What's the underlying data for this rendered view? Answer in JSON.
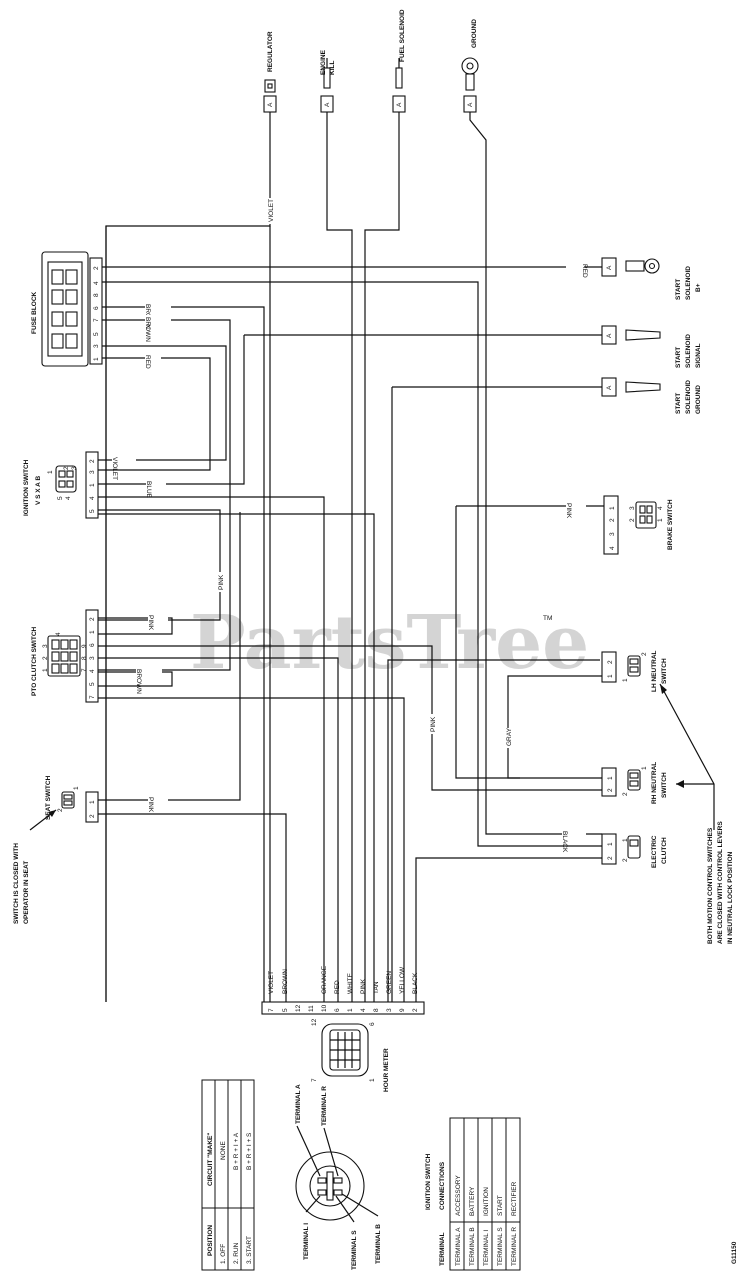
{
  "components": {
    "regulator": "REGULATOR",
    "engine_kill": "ENGINE KILL",
    "fuel_solenoid": "FUEL SOLENOID",
    "ground": "GROUND",
    "fuse_block": "FUSE BLOCK",
    "ignition_switch": "IGNITION SWITCH",
    "ignition_letters": "V S X A B",
    "pto_clutch_switch": "PTO CLUTCH SWITCH",
    "seat_switch": "SEAT  SWITCH",
    "seat_note_1": "SWITCH IS CLOSED WITH",
    "seat_note_2": "OPERATOR IN SEAT",
    "start_solenoid_b": [
      "START",
      "SOLENOID",
      "B+"
    ],
    "start_solenoid_signal": [
      "START",
      "SOLENOID",
      "SIGNAL"
    ],
    "start_solenoid_ground": [
      "START",
      "SOLENOID",
      "GROUND"
    ],
    "brake_switch": "BRAKE  SWITCH",
    "lh_neutral": [
      "LH NEUTRAL",
      "SWITCH"
    ],
    "rh_neutral": [
      "RH NEUTRAL",
      "SWITCH"
    ],
    "electric_clutch": [
      "ELECTRIC",
      "CLUTCH"
    ],
    "motion_note": [
      "BOTH MOTION CONTROL SWITCHES",
      "ARE CLOSED WITH CONTROL LEVERS",
      "IN NEUTRAL LOCK POSITION"
    ],
    "hour_meter": "HOUR  METER",
    "terminal_a": "TERMINAL A",
    "terminal_r": "TERMINAL R",
    "terminal_i": "TERMINAL I",
    "terminal_s": "TERMINAL S",
    "terminal_b": "TERMINAL B",
    "connector_a": "A",
    "watermark": "PartsTree",
    "tm": "TM",
    "figure_id": "G11150"
  },
  "pins": {
    "fuse": [
      "2",
      "4",
      "8",
      "6",
      "7",
      "5",
      "3",
      "1"
    ],
    "ignition": [
      "2",
      "3",
      "1",
      "4",
      "5"
    ],
    "ignition_pins": [
      "2",
      "3",
      "5",
      "4",
      "1"
    ],
    "pto": [
      "2",
      "1",
      "6",
      "3",
      "4",
      "5",
      "7"
    ],
    "pto_grid": [
      "3",
      "2",
      "1",
      "9",
      "8",
      "7",
      "4"
    ],
    "seat": [
      "1",
      "2"
    ],
    "seat_pins": [
      "2",
      "1"
    ],
    "brake": [
      "1",
      "2",
      "3",
      "4"
    ],
    "brake_grid": [
      "2",
      "3",
      "1",
      "4"
    ],
    "lh": [
      "2",
      "1"
    ],
    "lh_pins": [
      "1",
      "2"
    ],
    "rh": [
      "1",
      "2"
    ],
    "rh_pins": [
      "2",
      "1"
    ],
    "clutch": [
      "1",
      "2"
    ],
    "clutch_pins": [
      "2",
      "1"
    ],
    "hour": [
      "7",
      "5",
      "12",
      "11",
      "10",
      "6",
      "1",
      "4",
      "8",
      "3",
      "9",
      "2"
    ],
    "hour_plug": [
      "12",
      "6",
      "7",
      "1"
    ]
  },
  "wires": {
    "violet": "VIOLET",
    "red": "RED",
    "brown": "BROWN",
    "pink": "PINK",
    "blue": "BLUE",
    "gray": "GRAY",
    "black": "BLACK",
    "hour_colors": [
      "VIOLET",
      "BROWN",
      "",
      "",
      "ORANGE",
      "RED",
      "WHITE",
      "PINK",
      "TAN",
      "GREEN",
      "YELLOW",
      "BLACK"
    ]
  },
  "position_table": {
    "headers": [
      "POSITION",
      "CIRCUIT \"MAKE\""
    ],
    "rows": [
      [
        "1. OFF",
        "NONE"
      ],
      [
        "2. RUN",
        "B + R + I + A"
      ],
      [
        "3. START",
        "B + R + I + S"
      ]
    ]
  },
  "ignition_table": {
    "title": "IGNITION SWITCH",
    "headers": [
      "TERMINAL",
      "CONNECTIONS"
    ],
    "rows": [
      [
        "TERMINAL A",
        "ACCESSORY"
      ],
      [
        "TERMINAL B",
        "BATTERY"
      ],
      [
        "TERMINAL I",
        "IGNITION"
      ],
      [
        "TERMINAL S",
        "START"
      ],
      [
        "TERMINAL R",
        "RECTIFIER"
      ]
    ]
  }
}
